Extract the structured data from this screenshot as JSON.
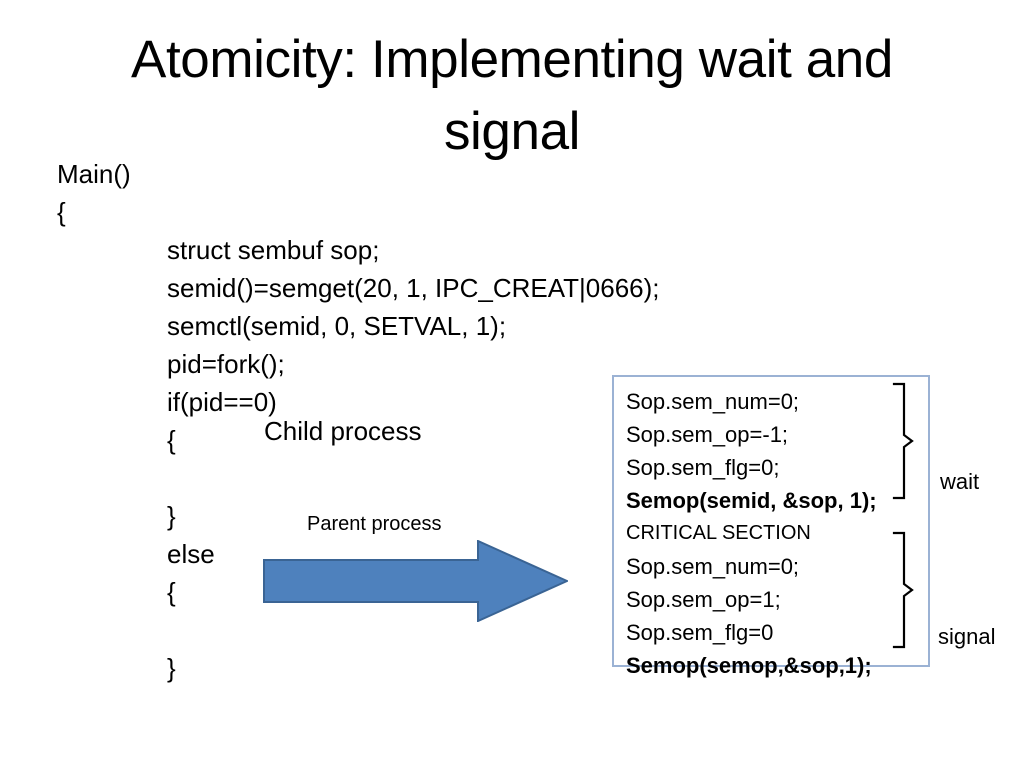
{
  "slide": {
    "title": "Atomicity: Implementing wait and signal",
    "background_color": "#FFFFFF"
  },
  "code_listing": {
    "lines": [
      {
        "text": "Main()",
        "indent": false
      },
      {
        "text": "{",
        "indent": false
      },
      {
        "text": "struct sembuf sop;",
        "indent": true
      },
      {
        "text": "semid()=semget(20, 1, IPC_CREAT|0666);",
        "indent": true
      },
      {
        "text": "semctl(semid, 0, SETVAL, 1);",
        "indent": true
      },
      {
        "text": "pid=fork();",
        "indent": true
      },
      {
        "text": "if(pid==0)",
        "indent": true
      },
      {
        "text": "{",
        "indent": true
      },
      {
        "text": "",
        "indent": true
      },
      {
        "text": "}",
        "indent": true
      },
      {
        "text": "else",
        "indent": true
      },
      {
        "text": "{",
        "indent": true
      },
      {
        "text": "",
        "indent": true
      },
      {
        "text": "}",
        "indent": true
      }
    ]
  },
  "annotations": {
    "child_process": "Child process",
    "parent_process": "Parent process"
  },
  "arrow": {
    "name": "parent-process-arrow",
    "fill_color": "#4E81BD",
    "stroke_color": "#3A6494",
    "direction": "right"
  },
  "semaphore_box": {
    "border_color": "#9BB2D4",
    "lines": [
      {
        "text": "Sop.sem_num=0;",
        "bold": false,
        "style": "normal"
      },
      {
        "text": "Sop.sem_op=-1;",
        "bold": false,
        "style": "normal"
      },
      {
        "text": "Sop.sem_flg=0;",
        "bold": false,
        "style": "normal"
      },
      {
        "text": "Semop(semid, &sop, 1);",
        "bold": true,
        "style": "normal"
      },
      {
        "text": "CRITICAL SECTION",
        "bold": false,
        "style": "critical"
      },
      {
        "text": "Sop.sem_num=0;",
        "bold": false,
        "style": "normal"
      },
      {
        "text": "Sop.sem_op=1;",
        "bold": false,
        "style": "normal"
      },
      {
        "text": "Sop.sem_flg=0",
        "bold": false,
        "style": "normal"
      },
      {
        "text": "Semop(semop,&sop,1);",
        "bold": true,
        "style": "normal"
      }
    ]
  },
  "braces": {
    "wait": {
      "label": "wait",
      "spans_lines": 4
    },
    "signal": {
      "label": "signal",
      "spans_lines": 4
    }
  }
}
